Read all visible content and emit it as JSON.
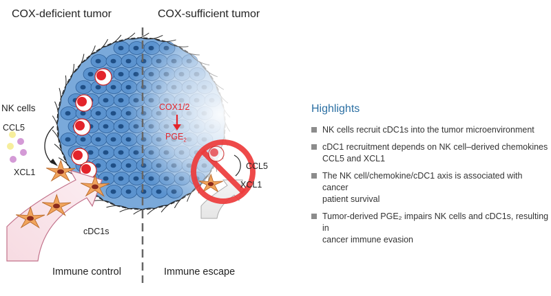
{
  "left_title": "COX-deficient tumor",
  "right_title": "COX-sufficient tumor",
  "labels": {
    "nk_cells": "NK cells",
    "ccl5_left": "CCL5",
    "xcl1_left": "XCL1",
    "cdc1s": "cDC1s",
    "immune_control": "Immune control",
    "immune_escape": "Immune escape",
    "cox12": "COX1/2",
    "pge2_base": "PGE",
    "pge2_sub": "2",
    "ccl5_right": "CCL5",
    "xcl1_right": "XCL1"
  },
  "highlights": {
    "title": "Highlights",
    "items": [
      {
        "lines": [
          "NK cells recruit cDC1s into the tumor microenvironment"
        ]
      },
      {
        "lines": [
          "cDC1 recruitment depends on NK cell–derived chemokines",
          "CCL5 and XCL1"
        ]
      },
      {
        "lines": [
          "The NK cell/chemokine/cDC1 axis is associated with cancer",
          "patient survival"
        ]
      },
      {
        "lines": [
          "Tumor-derived PGE₂ impairs NK cells and cDC1s, resulting in",
          "cancer immune evasion"
        ]
      }
    ]
  },
  "colors": {
    "accent_red": "#e3242b",
    "cell_blue": "#5b93cf",
    "cell_nucleus": "#1f4f86",
    "title_blue": "#2b6fa3",
    "bullet_gray": "#8c8c8c",
    "dc_orange": "#f1a45c",
    "arrow_pink": "#f7dbe2"
  }
}
